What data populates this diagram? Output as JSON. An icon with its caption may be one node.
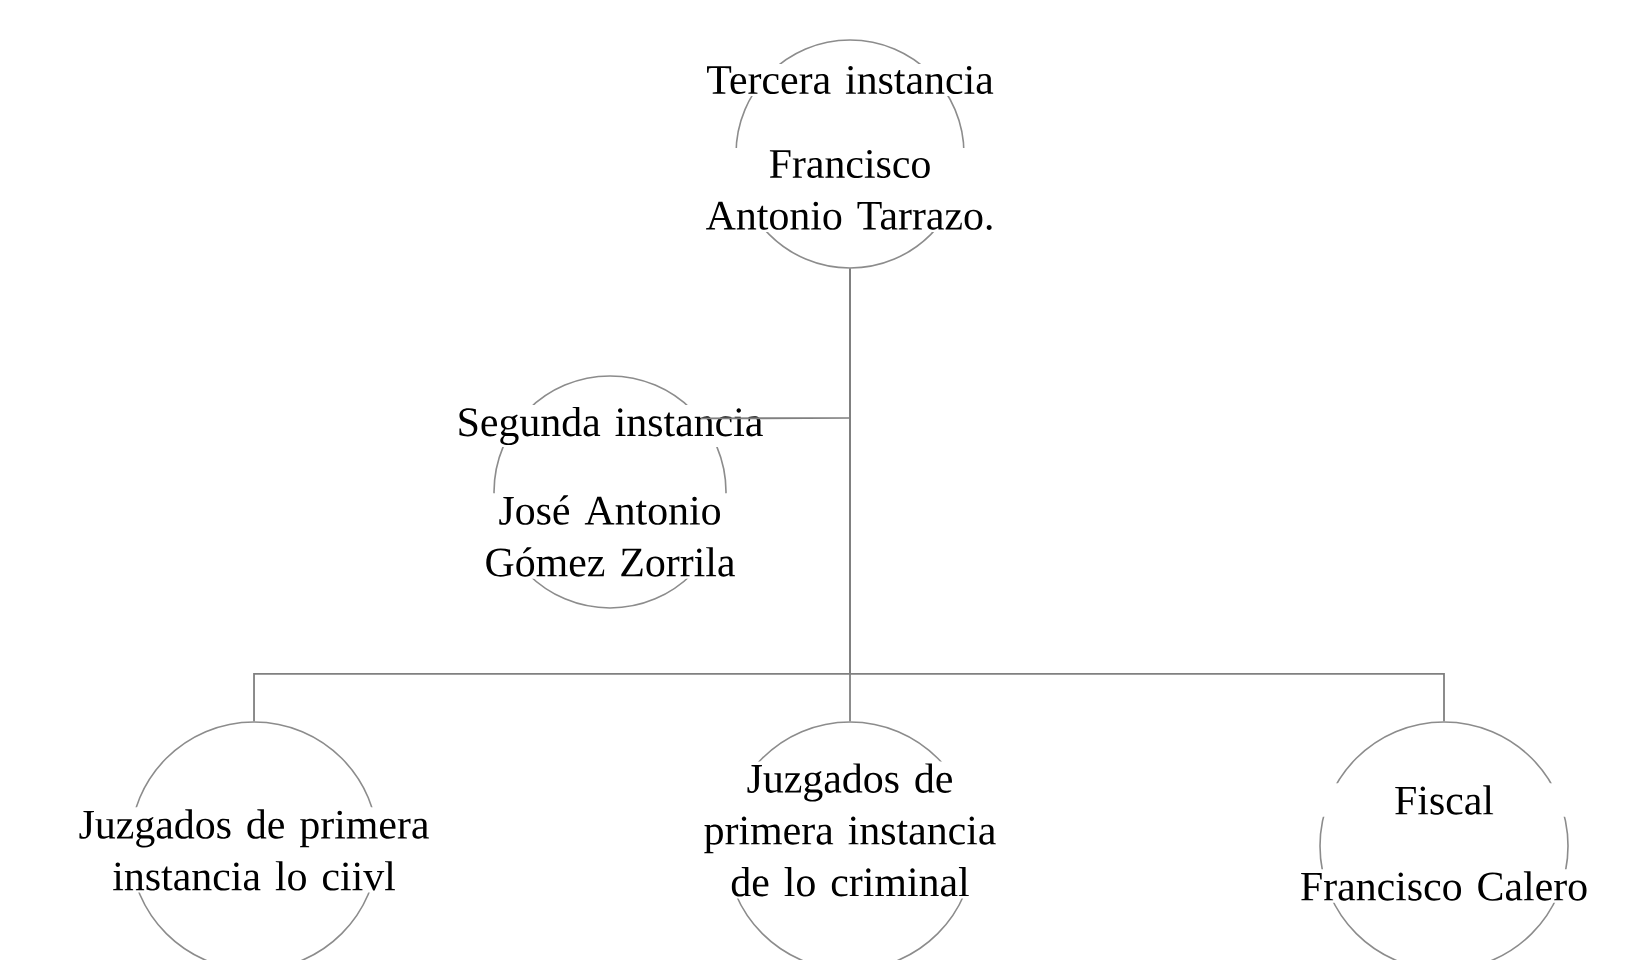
{
  "diagram": {
    "nodes": [
      {
        "text": [
          "Tercera instancia",
          "Francisco Antonio Tarrazo."
        ]
      },
      {
        "text": [
          "Segunda instancia",
          "José Antonio Gómez Zorrila"
        ]
      },
      {
        "text": [
          "Juzgados de primera instancia lo ciivl"
        ]
      },
      {
        "text": [
          "Juzgados de primera instancia de lo criminal"
        ]
      },
      {
        "text": [
          "Fiscal",
          "Francisco Calero"
        ]
      }
    ],
    "edges": [
      {
        "from": 0,
        "to": 1,
        "arrow": "none"
      },
      {
        "from": 0,
        "to": 2,
        "arrow": "none"
      },
      {
        "from": 0,
        "to": 3,
        "arrow": "none"
      },
      {
        "from": 0,
        "to": 4,
        "arrow": "none"
      }
    ]
  }
}
